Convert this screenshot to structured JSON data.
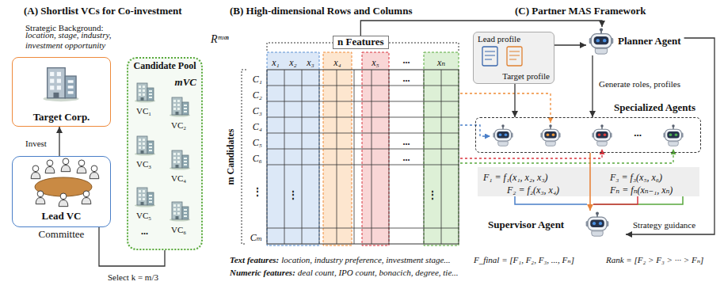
{
  "diagram": {
    "nodes": [
      {
        "text": [
          "Target Corp."
        ]
      },
      {
        "text": [
          "Lead VC",
          "Committee"
        ]
      },
      {
        "text": [
          "Candidate Pool",
          "mVC"
        ]
      },
      {
        "text": [
          "n Features"
        ]
      },
      {
        "text": [
          "Lead profile",
          "Target profile"
        ]
      },
      {
        "text": [
          "Planner Agent"
        ]
      },
      {
        "text": [
          "Specialized Agents"
        ]
      },
      {
        "text": [
          "Supervisor Agent"
        ]
      }
    ],
    "edges": [
      {
        "from": 1,
        "to": 0,
        "arrow": "to",
        "label": "Invest"
      },
      {
        "from": 1,
        "to": 2,
        "arrow": "none",
        "label": "Select k = m/3"
      },
      {
        "from": 3,
        "to": 5,
        "arrow": "to"
      },
      {
        "from": 4,
        "to": 5,
        "arrow": "to"
      },
      {
        "from": 5,
        "to": 6,
        "arrow": "to",
        "label": "Generate roles, profiles"
      },
      {
        "from": 4,
        "to": 6,
        "arrow": "to"
      },
      {
        "from": 6,
        "to": 7,
        "arrow": "to"
      },
      {
        "from": 5,
        "to": 7,
        "arrow": "to",
        "label": "Strategy guidance"
      }
    ],
    "labels": [
      "(A) Shortlist VCs for Co-investment",
      "Strategic Background:",
      "location, stage, industry, investment opportunity",
      "VC₁",
      "VC₂",
      "VC₃",
      "VC₄",
      "VC₅",
      "VC₆",
      "...",
      "(B) High-dimensional Rows and Columns",
      "Rᵐˣⁿ",
      "x₁",
      "x₂",
      "x₃",
      "x₄",
      "x₅",
      "...",
      "xₙ",
      "C₁",
      "C₂",
      "C₃",
      "C₄",
      "C₅",
      "C₆",
      "⋮",
      "Cₘ",
      "...",
      "...",
      "...",
      "⋮",
      "⋮",
      "m Candidates",
      "Text features:",
      "location, industry preference, investment stage...",
      "Numeric features:",
      "deal count, IPO count, bonacich, degree, tie...",
      "(C) Partner MAS Framework",
      "...",
      "F₁ = f₁(x₁, x₂, x₃)",
      "F₃ = f₃(x₅, x₆)",
      "F₂ = f₂(x₃, x₄)",
      "Fₙ = fₙ(xₙ₋₁, xₙ)",
      "F_final = [F₁, F₂, F₃, ..., Fₙ]",
      "Rank = [F₂ > F₃ > ··· > Fₙ]"
    ]
  }
}
